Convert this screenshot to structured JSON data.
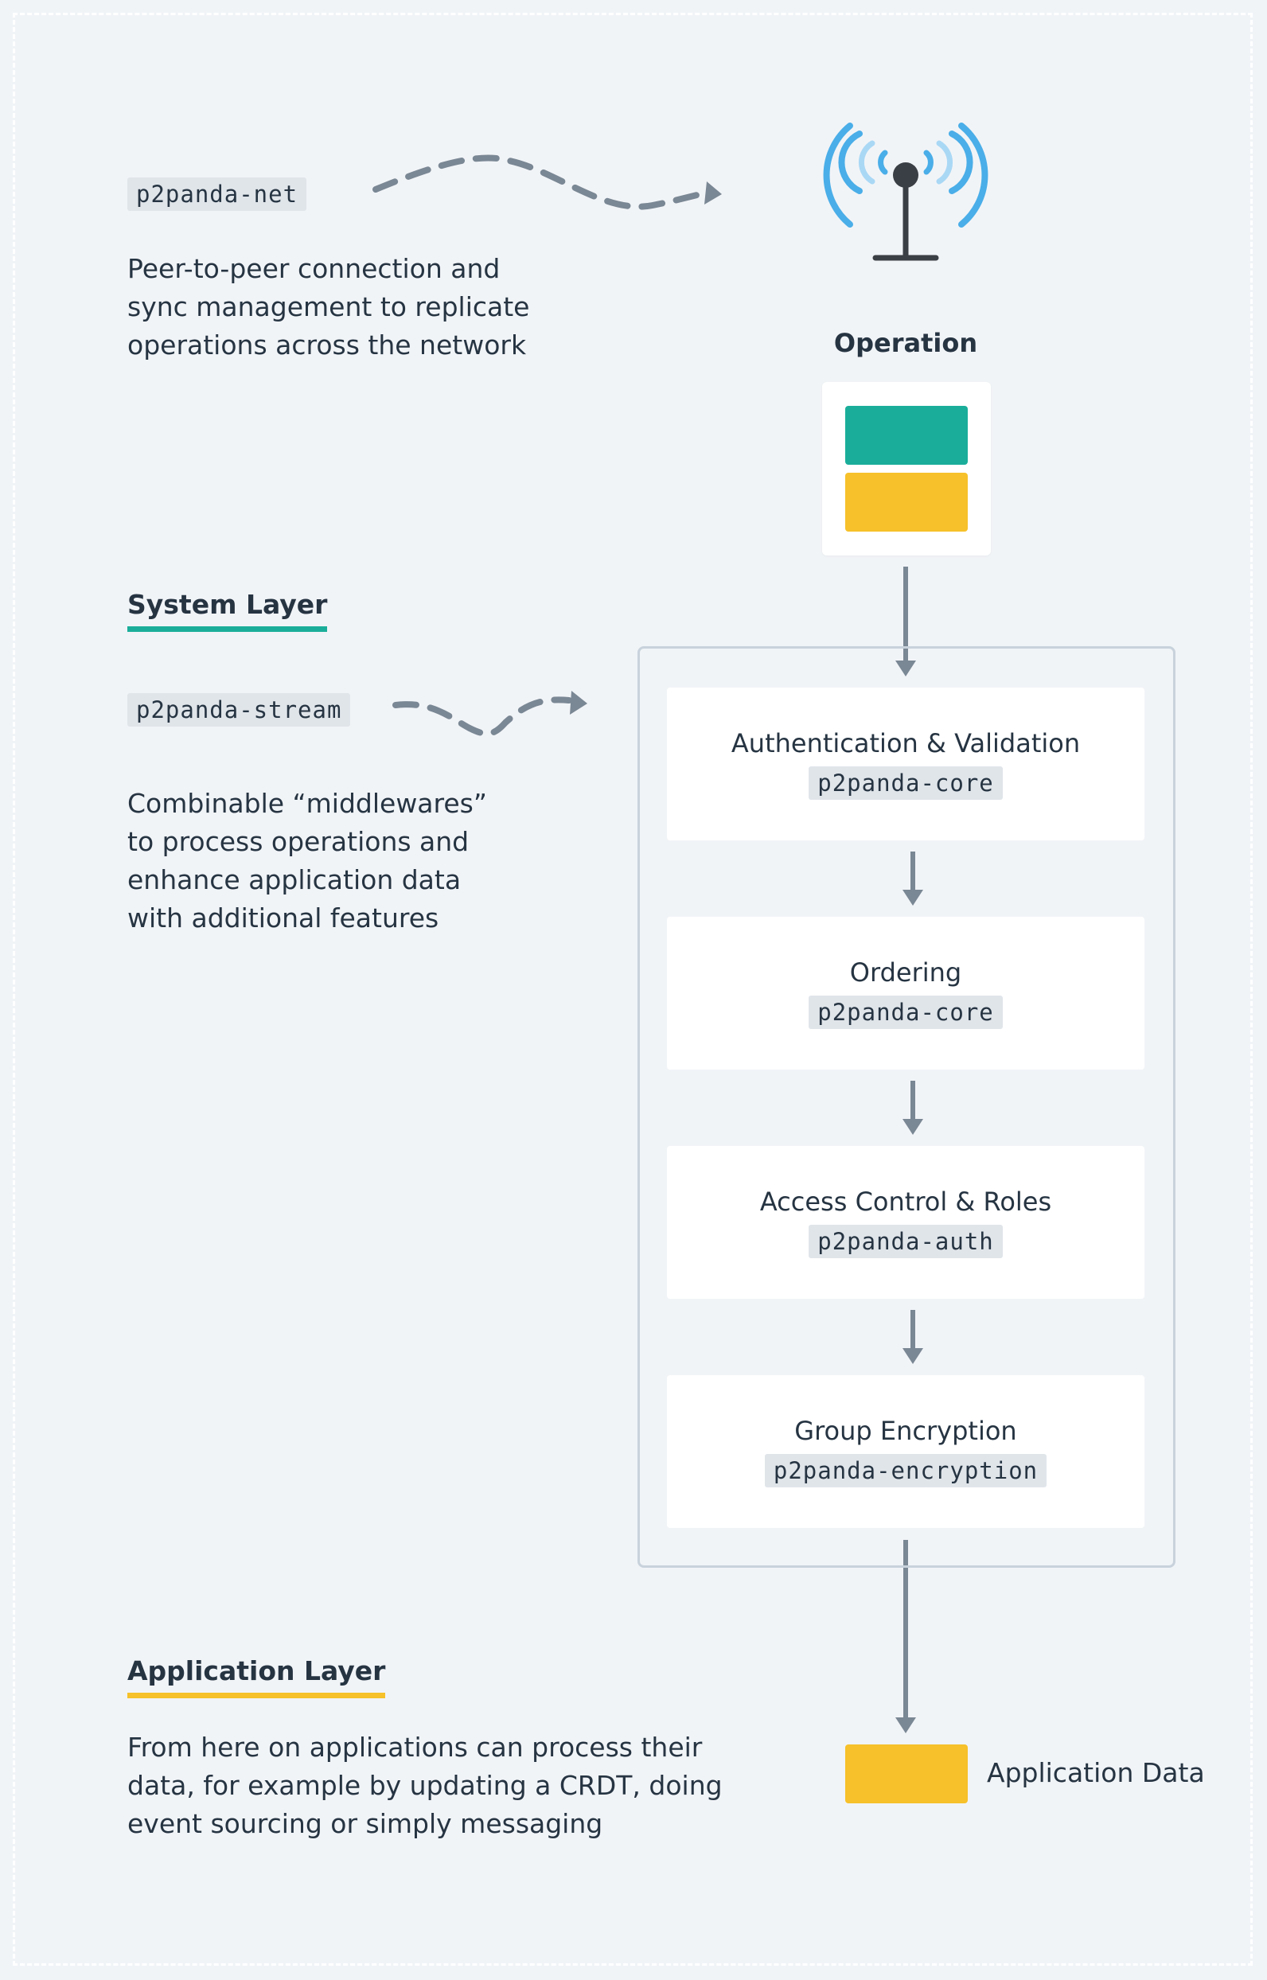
{
  "net": {
    "code": "p2panda-net",
    "description": "Peer-to-peer connection and\nsync management to replicate\noperations across the network"
  },
  "operation": {
    "title": "Operation"
  },
  "system_layer": {
    "heading": "System Layer",
    "stream_code": "p2panda-stream",
    "description": "Combinable “middlewares”\nto process operations and\nenhance application data\nwith additional features",
    "steps": [
      {
        "title": "Authentication & Validation",
        "code": "p2panda-core"
      },
      {
        "title": "Ordering",
        "code": "p2panda-core"
      },
      {
        "title": "Access Control & Roles",
        "code": "p2panda-auth"
      },
      {
        "title": "Group Encryption",
        "code": "p2panda-encryption"
      }
    ]
  },
  "application_layer": {
    "heading": "Application Layer",
    "description": "From here on applications can process their\ndata, for example by updating a CRDT, doing\nevent sourcing or simply messaging",
    "data_label": "Application Data"
  },
  "colors": {
    "teal": "#1aae9a",
    "yellow": "#f6c12a",
    "arrow": "#7a8794",
    "antenna_blue": "#4aaee8",
    "antenna_light": "#a9d8f5",
    "antenna_dark": "#3a3f45"
  }
}
